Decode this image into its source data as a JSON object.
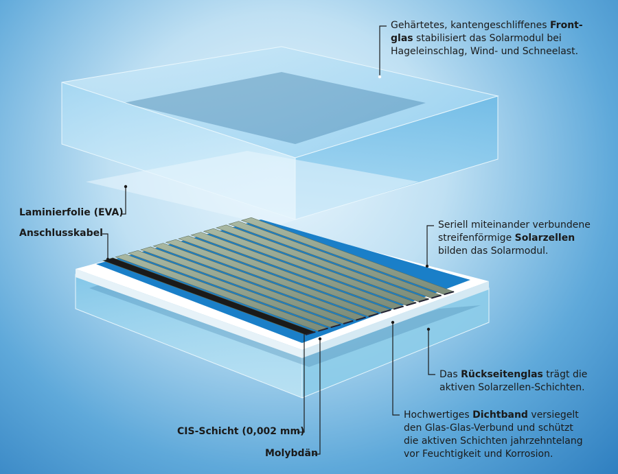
{
  "colors": {
    "background_light": "#eaf6fd",
    "background_dark": "#2f7fc0",
    "glass": "#7cc3ea",
    "cell_stripe": "#8fa08a",
    "molybdenum": "#1a7fc8",
    "sealing_tape": "#ffffff",
    "cable": "#1a1a1a"
  },
  "callouts": {
    "front_glass": {
      "line1_pre": "Gehärtetes, kantengeschliffenes ",
      "line1_bold": "Front-",
      "line2_bold": "glas",
      "line2_post": " stabilisiert das Solarmodul bei",
      "line3": "Hageleinschlag, Wind- und Schneelast."
    },
    "laminating_film": "Laminierfolie (EVA)",
    "connection_cable": "Anschlusskabel",
    "solar_cells": {
      "line1": "Seriell miteinander verbundene",
      "line2_pre": "streifenförmige ",
      "line2_bold": "Solarzellen",
      "line3": "bilden das Solarmodul."
    },
    "back_glass": {
      "line1_pre": "Das ",
      "line1_bold": "Rückseitenglas",
      "line1_post": " trägt die",
      "line2": "aktiven Solarzellen-Schichten."
    },
    "sealing_tape": {
      "line1_pre": "Hochwertiges ",
      "line1_bold": "Dichtband",
      "line1_post": " versiegelt",
      "line2": "den Glas-Glas-Verbund und schützt",
      "line3": "die aktiven Schichten jahrzehntelang",
      "line4": "vor Feuchtigkeit und Korrosion."
    },
    "cis_layer": "CIS-Schicht (0,002 mm)",
    "molybdenum": "Molybdän"
  }
}
